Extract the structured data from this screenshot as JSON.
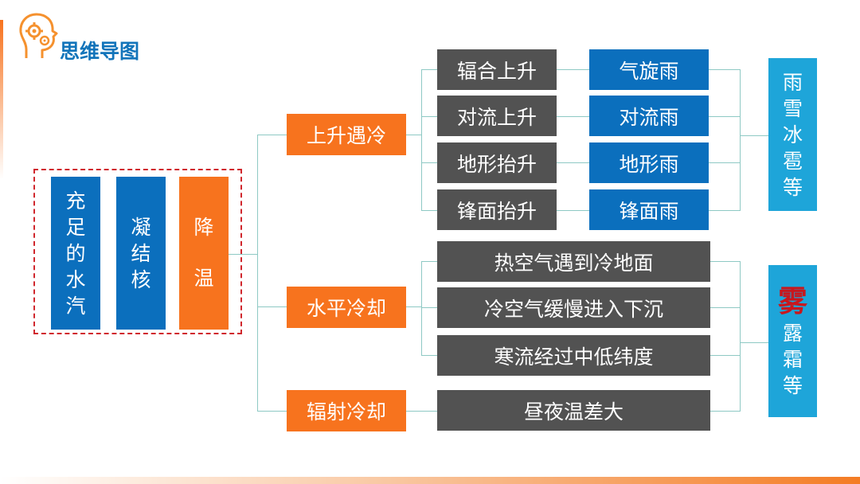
{
  "header": {
    "title": "思维导图",
    "icon": "head-gears-icon",
    "colors": {
      "title": "#1274ba",
      "icon": "#f5912e"
    }
  },
  "conditions": [
    {
      "lines": [
        "充",
        "足",
        "的",
        "水",
        "汽"
      ]
    },
    {
      "lines": [
        "凝",
        "结",
        "核"
      ]
    },
    {
      "lines": [
        "降",
        "温"
      ]
    }
  ],
  "branches": [
    {
      "label": "上升遇冷",
      "subs": [
        "辐合上升",
        "对流上升",
        "地形抬升",
        "锋面抬升"
      ],
      "results": [
        "气旋雨",
        "对流雨",
        "地形雨",
        "锋面雨"
      ]
    },
    {
      "label": "水平冷却",
      "subs": [
        "热空气遇到冷地面",
        "冷空气缓慢进入下沉",
        "寒流经过中低纬度"
      ]
    },
    {
      "label": "辐射冷却",
      "subs": [
        "昼夜温差大"
      ]
    }
  ],
  "outcomes": [
    {
      "lines": [
        "雨",
        "雪",
        "冰",
        "雹",
        "等"
      ]
    },
    {
      "highlight": "雾",
      "lines": [
        "露",
        "霜",
        "等"
      ]
    }
  ],
  "colors": {
    "blue": "#0b6fbd",
    "orange": "#f7731e",
    "gray": "#525252",
    "cyan": "#1ea5d9",
    "connector": "#8ec9c4",
    "highlight": "#c8171d",
    "frame_border": "#d0272d"
  }
}
